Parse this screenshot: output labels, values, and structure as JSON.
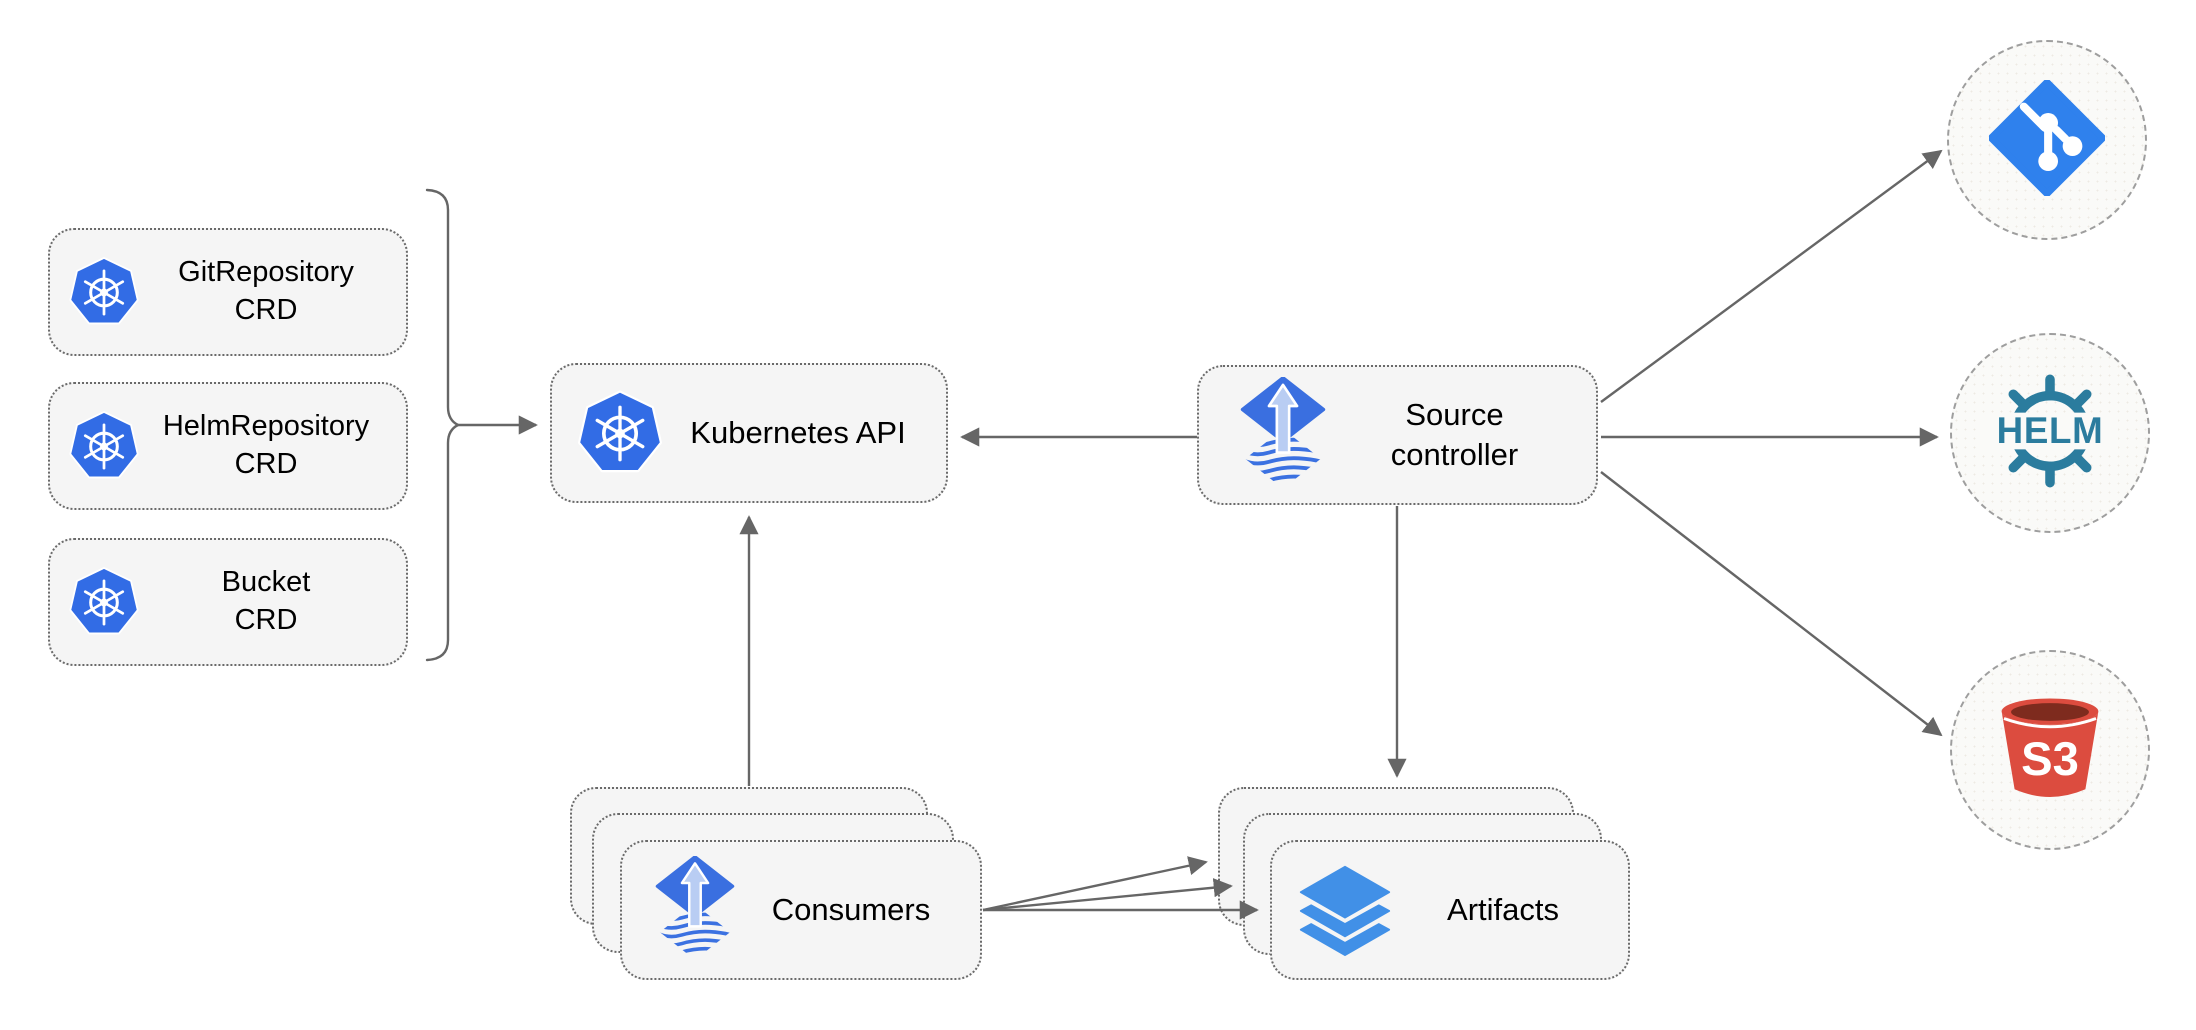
{
  "nodes": {
    "crds": [
      {
        "label": "GitRepository\nCRD"
      },
      {
        "label": "HelmRepository\nCRD"
      },
      {
        "label": "Bucket\nCRD"
      }
    ],
    "kubernetes_api": {
      "label": "Kubernetes API"
    },
    "source_controller": {
      "label": "Source\ncontroller"
    },
    "consumers": {
      "label": "Consumers"
    },
    "artifacts": {
      "label": "Artifacts"
    }
  },
  "external_sources": {
    "git": {
      "icon": "git-icon"
    },
    "helm": {
      "label": "HELM"
    },
    "s3": {
      "label": "S3"
    }
  },
  "colors": {
    "kubernetes_blue": "#326CE5",
    "flux_blue": "#3A6FE0",
    "flux_arrow_light_blue": "#B9CDF3",
    "git_blue": "#2F81ED",
    "helm_teal": "#2B7C9E",
    "s3_red": "#DC4C3F",
    "s3_dark_red": "#7E2B1E",
    "layers_blue": "#4190E7",
    "connector_gray": "#666666",
    "node_fill": "#F5F5F5",
    "circle_fill": "#FAFAF8"
  }
}
